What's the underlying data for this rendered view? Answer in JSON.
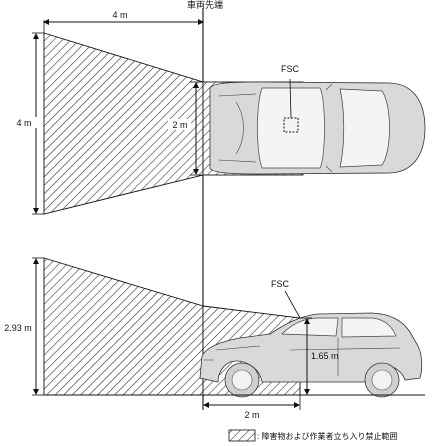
{
  "labels": {
    "vehicle_front_end": "車両先端",
    "top_width_dimension": "4 m",
    "top_height_dimension": "4 m",
    "top_inner_dimension": "2 m",
    "top_sensor": "FSC",
    "side_height_dimension": "2.93 m",
    "side_sensor": "FSC",
    "side_sensor_height": "1.65 m",
    "side_bottom_dimension": "2 m",
    "legend": ": 障害物および作業者立ち入り禁止範囲"
  }
}
